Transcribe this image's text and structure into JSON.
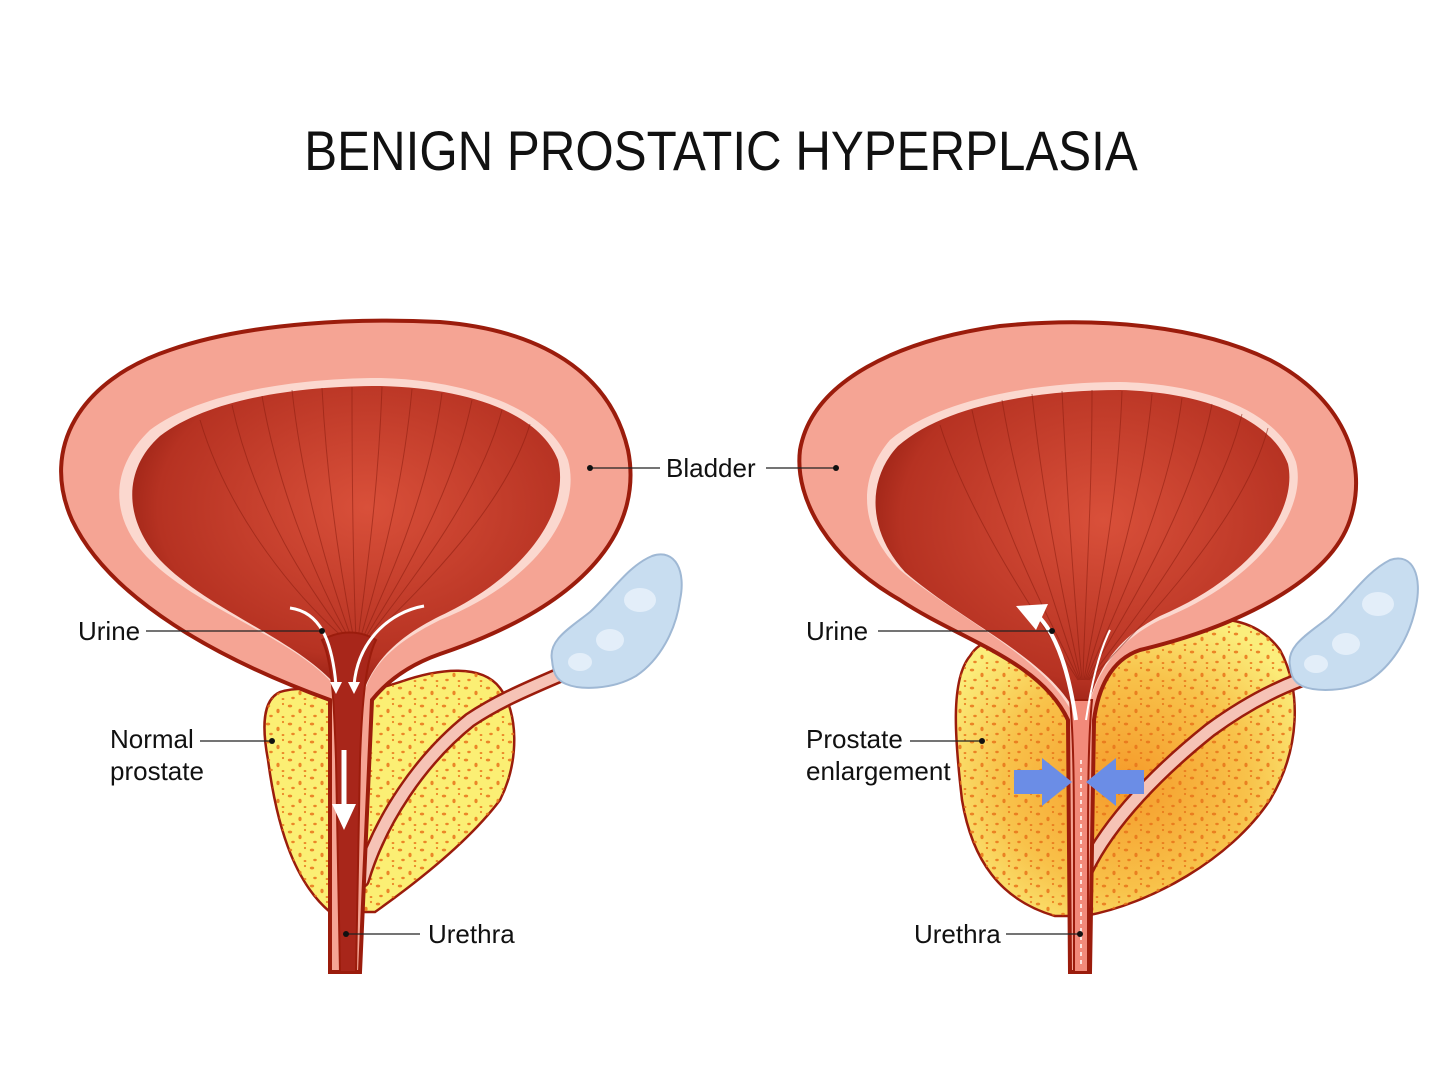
{
  "title": "BENIGN PROSTATIC HYPERPLASIA",
  "colors": {
    "bladder_wall": "#f5a494",
    "outline": "#9b1c0c",
    "muscle": "#c8402c",
    "prostate": "#fbef74",
    "prostate_enlarged": "#f7b23a",
    "seminal_vesicle": "#c8ddf0",
    "compression_arrow": "#6b8de6"
  },
  "labels": {
    "bladder": "Bladder",
    "left_urine": "Urine",
    "left_prostate_line1": "Normal",
    "left_prostate_line2": "prostate",
    "left_urethra": "Urethra",
    "right_urine": "Urine",
    "right_prostate_line1": "Prostate",
    "right_prostate_line2": "enlargement",
    "right_urethra": "Urethra"
  }
}
